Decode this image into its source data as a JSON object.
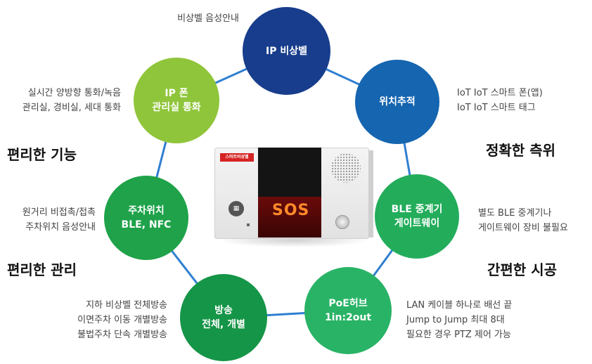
{
  "nodes": [
    {
      "lines": [
        "IP 비상벨"
      ],
      "color": "#173d8c"
    },
    {
      "lines": [
        "위치추적"
      ],
      "color": "#1565b0"
    },
    {
      "lines": [
        "BLE 중계기",
        "게이트웨이"
      ],
      "color": "#23ad5b"
    },
    {
      "lines": [
        "PoE허브",
        "1in:2out"
      ],
      "color": "#29b366"
    },
    {
      "lines": [
        "방송",
        "전체, 개별"
      ],
      "color": "#159547"
    },
    {
      "lines": [
        "주차위치",
        "BLE, NFC"
      ],
      "color": "#1fa24a"
    },
    {
      "lines": [
        "IP 폰",
        "관리실 통화"
      ],
      "color": "#8fc53a"
    }
  ],
  "ring_color": "#2f7fd1",
  "descriptions": {
    "ip_bell": [
      "비상벨 음성안내"
    ],
    "location": [
      "IoT IoT 스마트 폰(앱)",
      "IoT IoT 스마트 태그"
    ],
    "gateway": [
      "별도 BLE 중계기나",
      "게이트웨이 장비 불필요"
    ],
    "poe": [
      "LAN 케이블 하나로 배선 끝",
      "Jump to Jump 최대 8대",
      "필요한 경우 PTZ 제어 가능"
    ],
    "broadcast": [
      "지하 비상벨 전체방송",
      "이면주차 이동 개별방송",
      "불법주차 단속 개별방송"
    ],
    "parking": [
      "원거리 비접촉/접촉",
      "주차위치 음성안내"
    ],
    "ipphone": [
      "실시간 양방향 통화/녹음",
      "관리실, 경비실, 세대 통화"
    ]
  },
  "headings": {
    "convenient_function": "편리한 기능",
    "accurate_location": "정확한 측위",
    "convenient_management": "편리한 관리",
    "simple_install": "간편한 시공"
  },
  "device": {
    "brand": "스마트비상벨",
    "sos": "SOS"
  }
}
